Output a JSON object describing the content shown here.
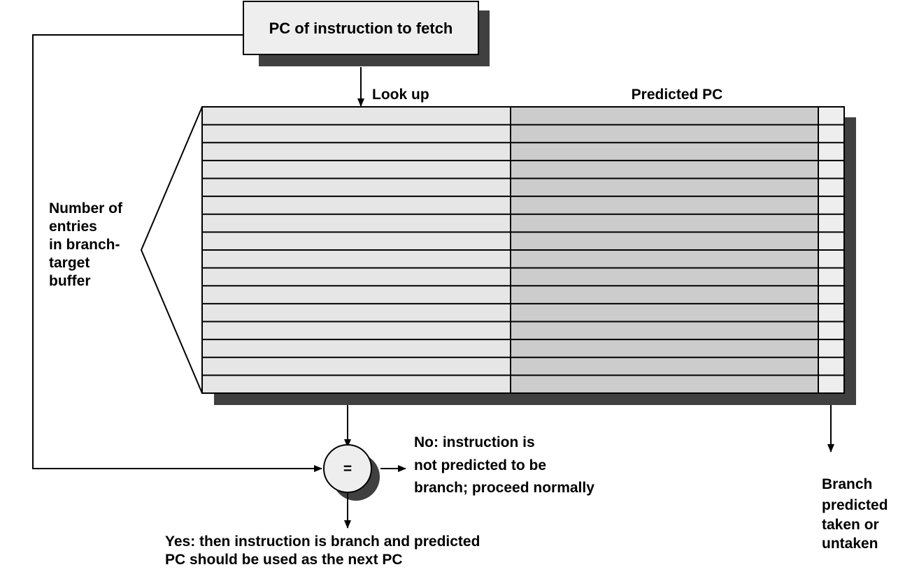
{
  "diagram": {
    "pc_box_label": "PC of instruction to fetch",
    "lookup_label": "Look up",
    "predicted_pc_label": "Predicted PC",
    "entries_label": [
      "Number of",
      "entries",
      "in branch-",
      "target",
      "buffer"
    ],
    "compare_symbol": "=",
    "no_label": [
      "No:  instruction is",
      "not predicted to be",
      "branch; proceed normally"
    ],
    "yes_label": [
      "Yes:  then instruction is branch and predicted",
      "PC should be used as the next PC"
    ],
    "branch_label": [
      "Branch",
      "predicted",
      "taken or",
      "untaken"
    ],
    "buffer_rows": 16,
    "colors": {
      "tag_column": "#e6e6e6",
      "predicted_column": "#cccccc",
      "bit_column": "#eeeeee",
      "shadow": "#404040",
      "line": "#000000"
    }
  }
}
